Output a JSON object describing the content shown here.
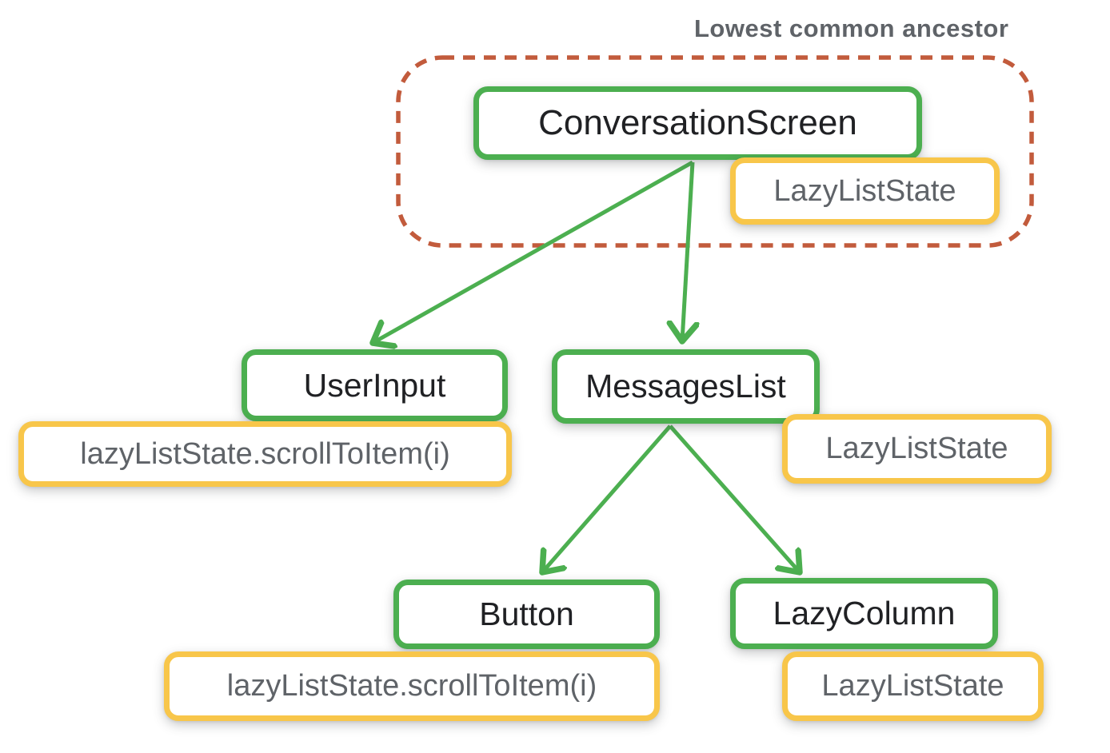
{
  "title": "Lowest common ancestor",
  "colors": {
    "node_border_green": "#4CAF50",
    "state_border_yellow": "#F8C64A",
    "lca_dashed_orange": "#C25B3C",
    "node_text": "#202124",
    "state_text": "#5F6368",
    "title_text": "#5F6368",
    "background": "#FFFFFF"
  },
  "nodes": {
    "conversation_screen": {
      "label": "ConversationScreen"
    },
    "user_input": {
      "label": "UserInput"
    },
    "messages_list": {
      "label": "MessagesList"
    },
    "button": {
      "label": "Button"
    },
    "lazy_column": {
      "label": "LazyColumn"
    }
  },
  "states": {
    "hoisted_state": {
      "label": "LazyListState"
    },
    "messages_list_state": {
      "label": "LazyListState"
    },
    "lazy_column_state": {
      "label": "LazyListState"
    },
    "user_input_call": {
      "label": "lazyListState.scrollToItem(i)"
    },
    "button_call": {
      "label": "lazyListState.scrollToItem(i)"
    }
  },
  "edges": [
    {
      "from": "ConversationScreen",
      "to": "UserInput"
    },
    {
      "from": "ConversationScreen",
      "to": "MessagesList"
    },
    {
      "from": "MessagesList",
      "to": "Button"
    },
    {
      "from": "MessagesList",
      "to": "LazyColumn"
    }
  ]
}
